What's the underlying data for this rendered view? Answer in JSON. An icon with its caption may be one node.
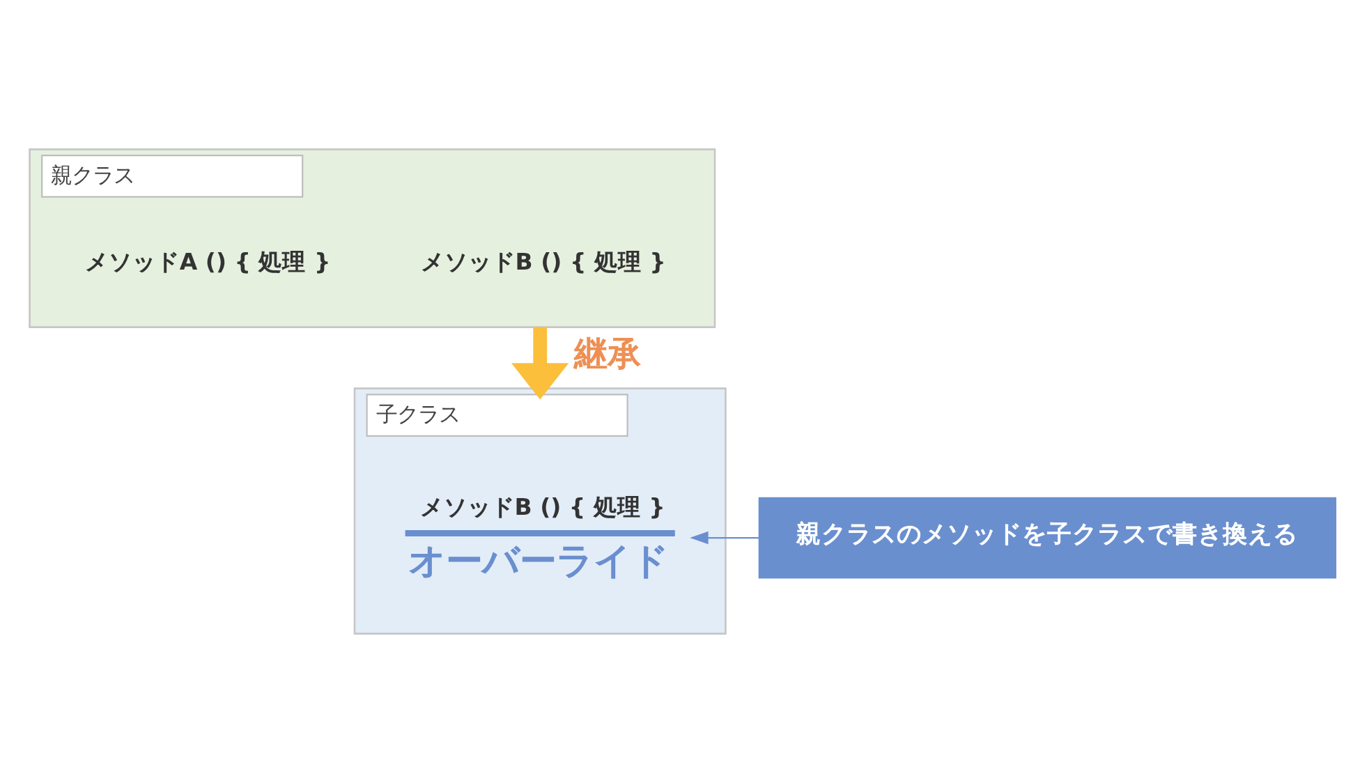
{
  "diagram": {
    "nodes": [
      {
        "text": [
          "親クラス"
        ]
      },
      {
        "text": [
          "メソッドA () { 処理 }"
        ],
        "in": 0
      },
      {
        "text": [
          "メソッドB () { 処理 }"
        ],
        "in": 0
      },
      {
        "text": [
          "子クラス"
        ]
      },
      {
        "text": [
          "メソッドB () { 処理 }",
          "オーバーライド"
        ],
        "in": 3
      },
      {
        "text": [
          "親クラスのメソッドを子クラスで書き換える"
        ]
      }
    ],
    "edges": [
      {
        "from": 0,
        "to": 3,
        "arrow": "to",
        "label": "継承",
        "style": "thick",
        "color": "#fbbf3c"
      },
      {
        "from": 5,
        "to": 4,
        "arrow": "to",
        "color": "#6a8fcf"
      }
    ]
  }
}
